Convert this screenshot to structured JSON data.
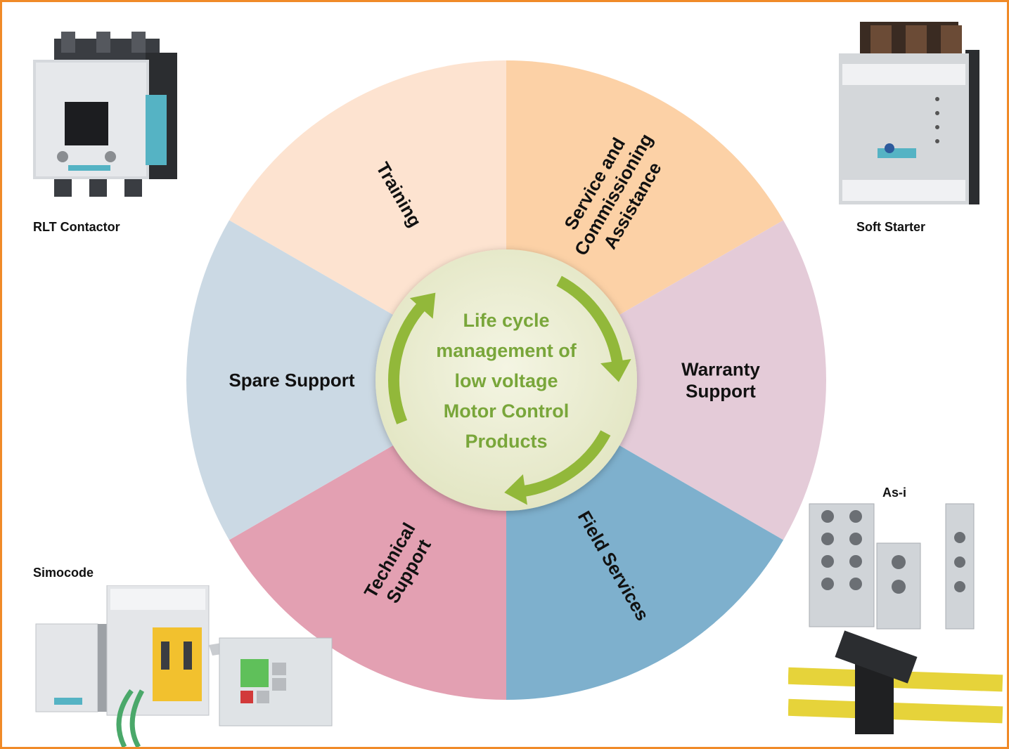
{
  "center": {
    "lines": [
      "Life cycle",
      "management of",
      "low voltage",
      "Motor Control",
      "Products"
    ]
  },
  "segments": [
    {
      "id": "training",
      "lines": [
        "Training"
      ],
      "color": "#fde3d0"
    },
    {
      "id": "service",
      "lines": [
        "Service and",
        "Commissioning",
        "Assistance"
      ],
      "color": "#fcd1a6"
    },
    {
      "id": "warranty",
      "lines": [
        "Warranty",
        "Support"
      ],
      "color": "#e4cbd8"
    },
    {
      "id": "field",
      "lines": [
        "Field Services"
      ],
      "color": "#7eb0cd"
    },
    {
      "id": "technical",
      "lines": [
        "Technical",
        "Support"
      ],
      "color": "#e3a0b2"
    },
    {
      "id": "spare",
      "lines": [
        "Spare Support"
      ],
      "color": "#cbd9e4"
    }
  ],
  "products": {
    "rlt_contactor": "RLT Contactor",
    "soft_starter": "Soft Starter",
    "simocode": "Simocode",
    "as_i": "As-i"
  },
  "colors": {
    "frame": "#f08a28",
    "center_fill": "#eef0d8",
    "arrow": "#92b83a",
    "center_text": "#79a63a"
  }
}
